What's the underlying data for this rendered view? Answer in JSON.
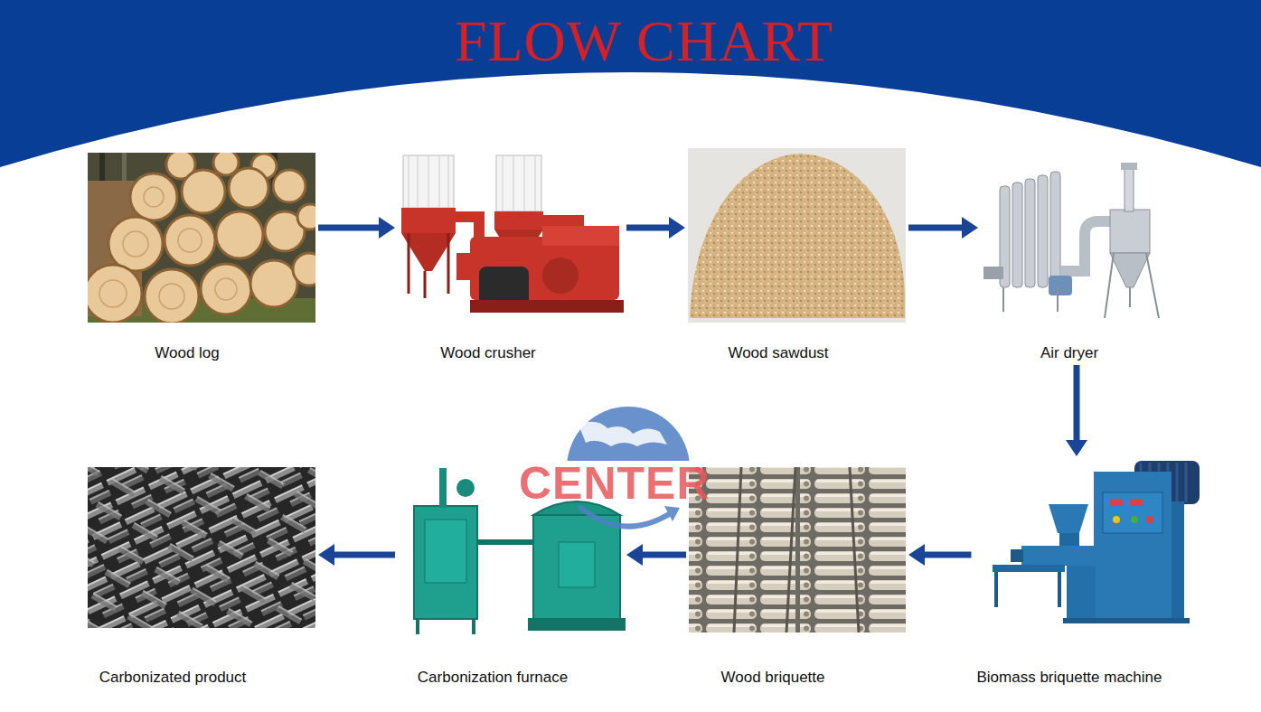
{
  "diagram": {
    "title": "FLOW CHART",
    "nodes": [
      {
        "text": [
          "Wood log"
        ]
      },
      {
        "text": [
          "Wood crusher"
        ]
      },
      {
        "text": [
          "Wood sawdust"
        ]
      },
      {
        "text": [
          "Air dryer"
        ]
      },
      {
        "text": [
          "Biomass briquette machine"
        ]
      },
      {
        "text": [
          "Wood briquette"
        ]
      },
      {
        "text": [
          "Carbonization furnace"
        ]
      },
      {
        "text": [
          "Carbonizated product"
        ]
      }
    ],
    "edges": [
      {
        "from": 0,
        "to": 1,
        "arrow": "to"
      },
      {
        "from": 1,
        "to": 2,
        "arrow": "to"
      },
      {
        "from": 2,
        "to": 3,
        "arrow": "to"
      },
      {
        "from": 3,
        "to": 4,
        "arrow": "to"
      },
      {
        "from": 4,
        "to": 5,
        "arrow": "to"
      },
      {
        "from": 5,
        "to": 6,
        "arrow": "to"
      },
      {
        "from": 6,
        "to": 7,
        "arrow": "to"
      }
    ],
    "labels": [
      "CENTER"
    ]
  }
}
